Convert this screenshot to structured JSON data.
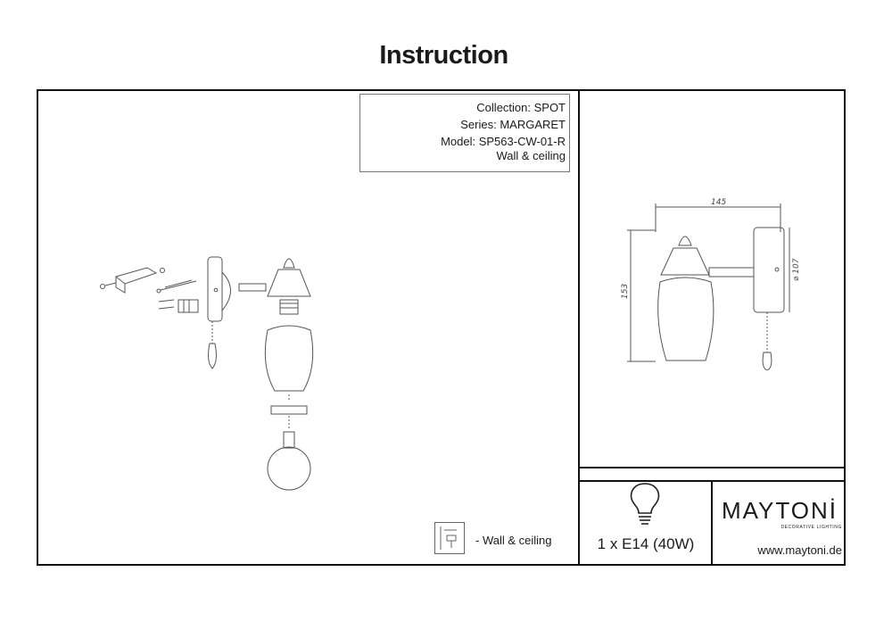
{
  "title": "Instruction",
  "info": {
    "collection": "Collection: SPOT",
    "series": "Series: MARGARET",
    "model": "Model: SP563-CW-01-R",
    "mounting": "Wall & ceiling"
  },
  "legend": {
    "icon": "wall-ceiling-mount-icon",
    "text": "- Wall & ceiling"
  },
  "dimensions": {
    "width": "145",
    "height": "153",
    "diameter": "⌀ 107"
  },
  "bulb": {
    "icon": "lightbulb-icon",
    "spec": "1 x E14 (40W)"
  },
  "brand": {
    "name": "MAYTONİ",
    "tagline": "DECORATIVE LIGHTING",
    "website": "www.maytoni.de"
  },
  "colors": {
    "line": "#111111",
    "drawing": "#555555"
  }
}
